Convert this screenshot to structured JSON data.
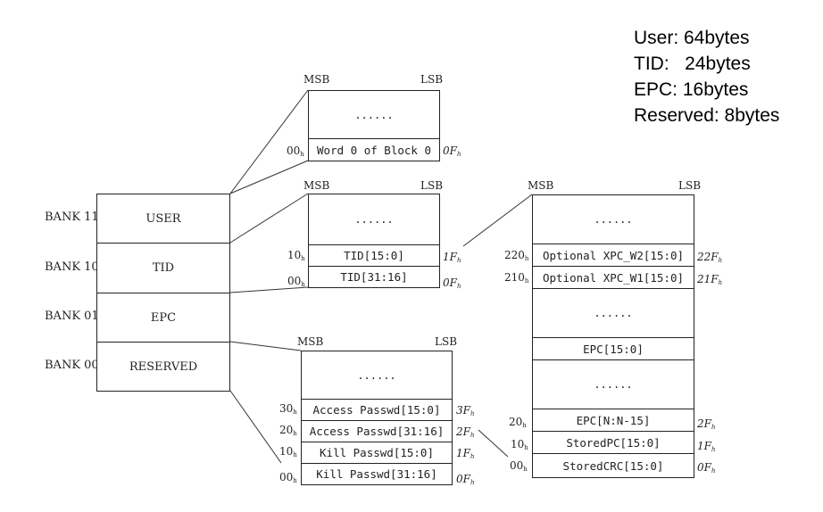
{
  "legend": {
    "user": "User: 64bytes",
    "tid": "TID:   24bytes",
    "epc": "EPC: 16bytes",
    "reserved": "Reserved: 8bytes"
  },
  "memory_map": {
    "banks": [
      {
        "bank_label": "BANK 11",
        "name": "USER"
      },
      {
        "bank_label": "BANK 10",
        "name": "TID"
      },
      {
        "bank_label": "BANK 01",
        "name": "EPC"
      },
      {
        "bank_label": "BANK 00",
        "name": "RESERVED"
      }
    ]
  },
  "user_block": {
    "msb": "MSB",
    "lsb": "LSB",
    "dots": "......",
    "word": "Word 0 of Block 0",
    "addr_left": "00",
    "addr_right": "0F",
    "subscript": "h"
  },
  "tid_block": {
    "msb": "MSB",
    "lsb": "LSB",
    "dots": "......",
    "rows": [
      {
        "label": "TID[15:0]",
        "left": "10",
        "right": "1F"
      },
      {
        "label": "TID[31:16]",
        "left": "00",
        "right": "0F"
      }
    ],
    "subscript": "h"
  },
  "reserved_block": {
    "msb": "MSB",
    "lsb": "LSB",
    "dots": "......",
    "rows": [
      {
        "label": "Access Passwd[15:0]",
        "left": "30",
        "right": "3F"
      },
      {
        "label": "Access Passwd[31:16]",
        "left": "20",
        "right": "2F"
      },
      {
        "label": "Kill Passwd[15:0]",
        "left": "10",
        "right": "1F"
      },
      {
        "label": "Kill Passwd[31:16]",
        "left": "00",
        "right": "0F"
      }
    ],
    "subscript": "h"
  },
  "epc_block": {
    "msb": "MSB",
    "lsb": "LSB",
    "dots1": "......",
    "xpc_w2": {
      "label": "Optional XPC_W2[15:0]",
      "left": "220",
      "right": "22F"
    },
    "xpc_w1": {
      "label": "Optional XPC_W1[15:0]",
      "left": "210",
      "right": "21F"
    },
    "dots2": "......",
    "epc_low": "EPC[15:0]",
    "dots3": "......",
    "epc_high": {
      "label": "EPC[N:N-15]",
      "left": "20",
      "right": "2F"
    },
    "stored_pc": {
      "label": "StoredPC[15:0]",
      "left": "10",
      "right": "1F"
    },
    "stored_crc": {
      "label": "StoredCRC[15:0]",
      "left": "00",
      "right": "0F"
    },
    "subscript": "h"
  }
}
